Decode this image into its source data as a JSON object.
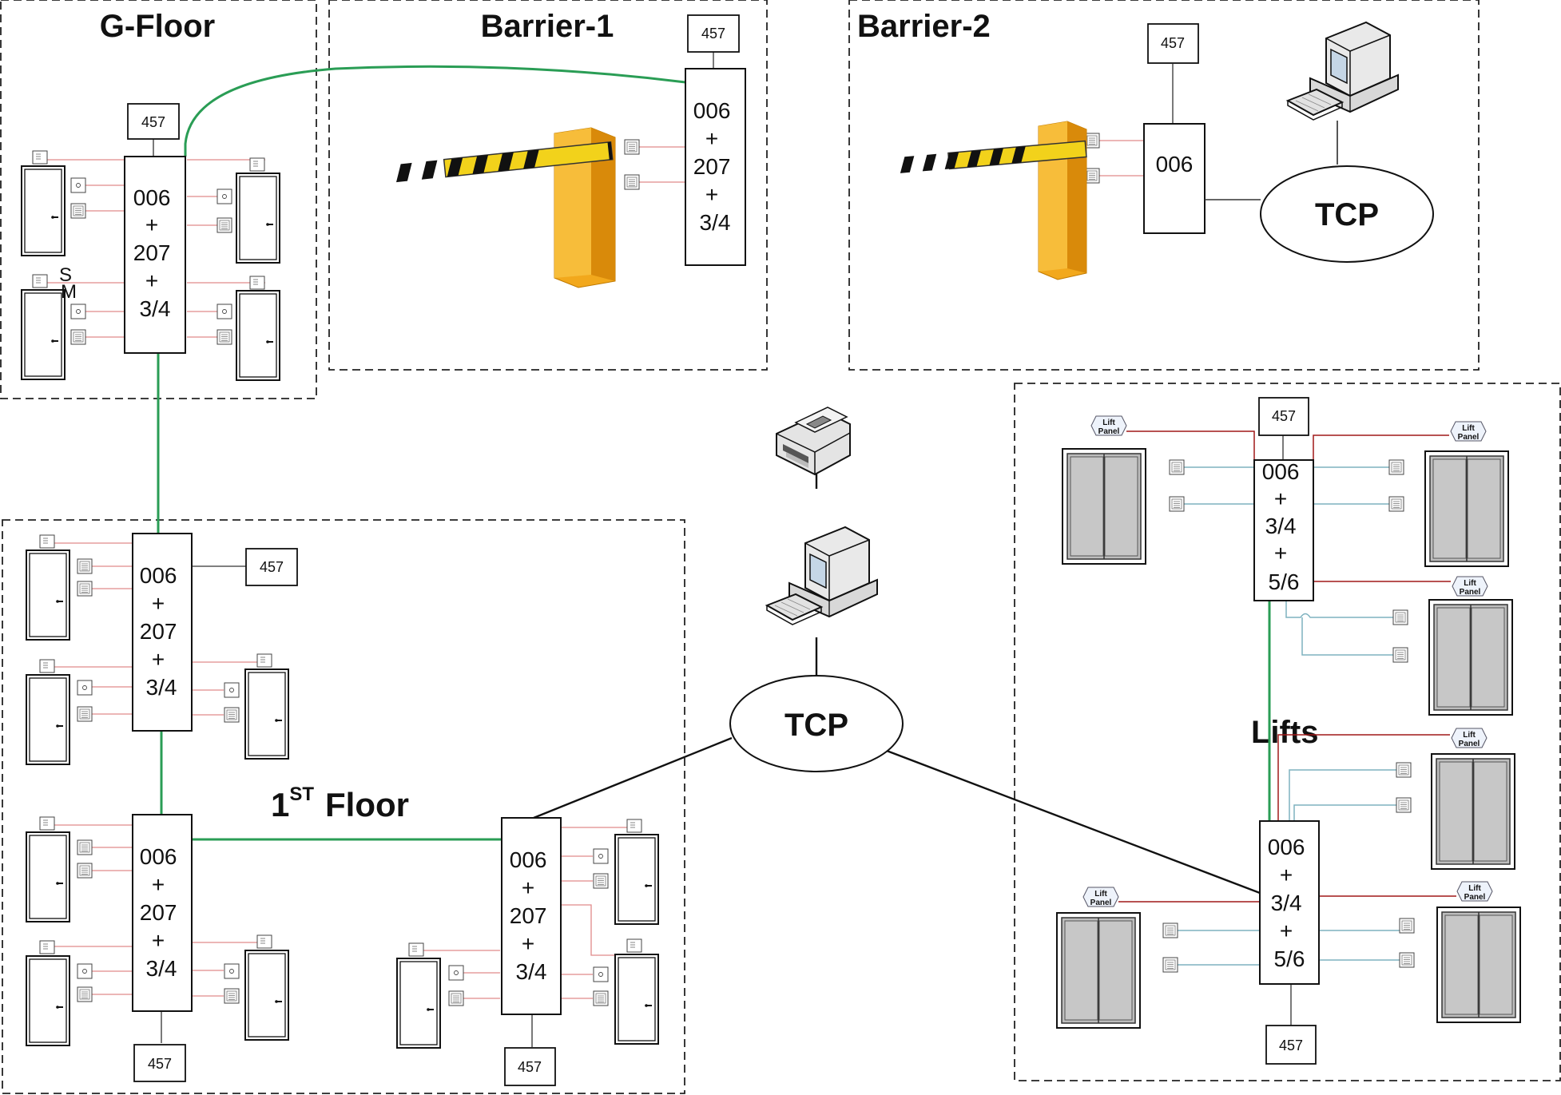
{
  "zones": {
    "g_floor": "G-Floor",
    "barrier_1": "Barrier-1",
    "barrier_2": "Barrier-2",
    "first_floor_num": "1",
    "first_floor_sup": "ST",
    "first_floor_word": "Floor",
    "lifts": "Lifts"
  },
  "network": {
    "central_hub": "TCP",
    "barrier_hub": "TCP"
  },
  "reader_box_label": "457",
  "lift_panel_label": [
    "Lift",
    "Panel"
  ],
  "controllers": {
    "g_floor": [
      "006",
      "+",
      "207",
      "+",
      "3/4"
    ],
    "barrier_1": [
      "006",
      "+",
      "207",
      "+",
      "3/4"
    ],
    "barrier_2": [
      "006"
    ],
    "first_a": [
      "006",
      "+",
      "207",
      "+",
      "3/4"
    ],
    "first_b": [
      "006",
      "+",
      "207",
      "+",
      "3/4"
    ],
    "first_c": [
      "006",
      "+",
      "207",
      "+",
      "3/4"
    ],
    "lift_top": [
      "006",
      "+",
      "3/4",
      "+",
      "5/6"
    ],
    "lift_bottom": [
      "006",
      "+",
      "3/4",
      "+",
      "5/6"
    ]
  },
  "stray_marks": [
    "S",
    "M"
  ],
  "colors": {
    "controller_link": "#2a9d55",
    "device_wire": "#e08a8a",
    "lift_panel_wire": "#a01818",
    "lift_reader_wire": "#7fb2bf",
    "network_line": "#111111",
    "barrier_post": "#f0a020",
    "zone_border": "#222222"
  },
  "icons": [
    "door-icon",
    "card-reader-icon",
    "exit-button-icon",
    "lift-car-icon",
    "barrier-gate-icon",
    "computer-icon",
    "printer-icon"
  ]
}
